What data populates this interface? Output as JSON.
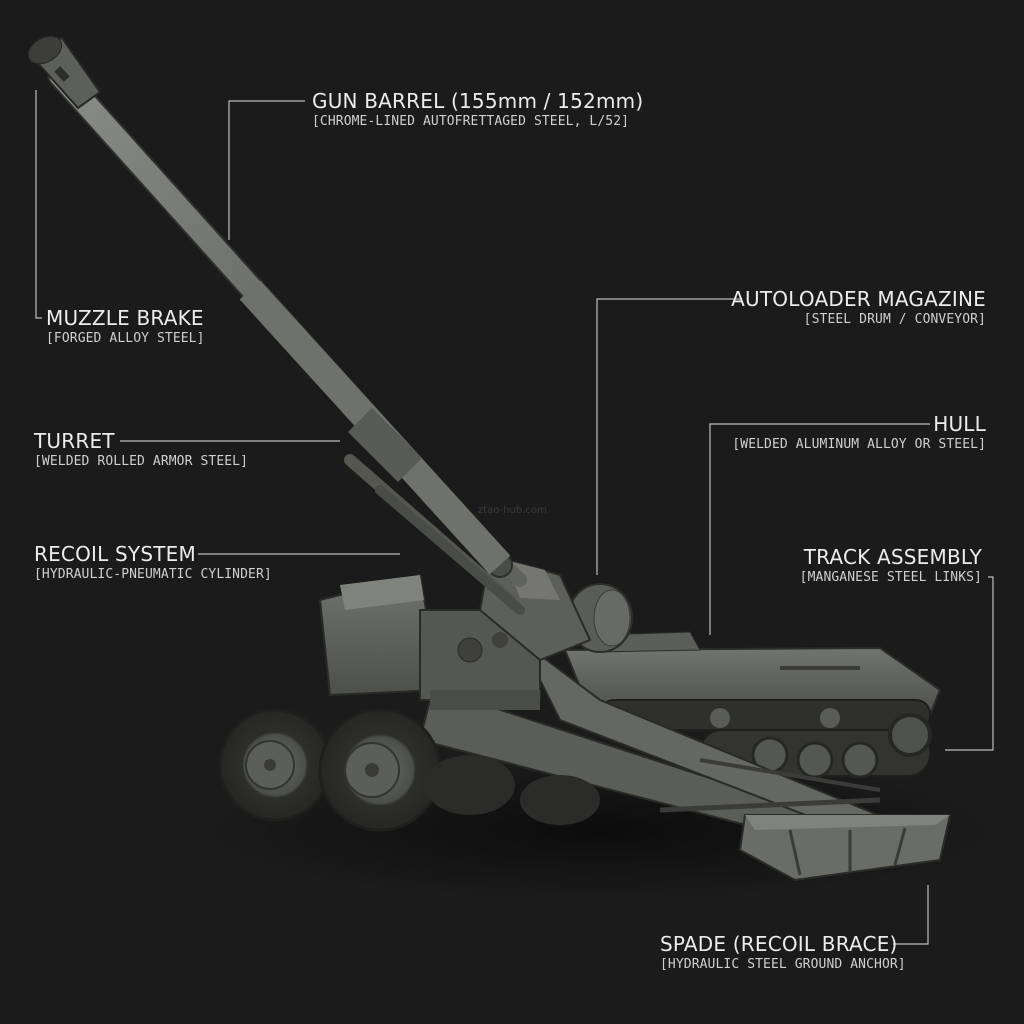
{
  "labels": {
    "gun_barrel": {
      "title": "GUN BARREL (155mm / 152mm)",
      "sub": "[CHROME-LINED AUTOFRETTAGED STEEL, L/52]"
    },
    "muzzle_brake": {
      "title": "MUZZLE BRAKE",
      "sub": "[FORGED ALLOY STEEL]"
    },
    "turret": {
      "title": "TURRET",
      "sub": "[WELDED ROLLED ARMOR STEEL]"
    },
    "recoil_system": {
      "title": "RECOIL SYSTEM",
      "sub": "[HYDRAULIC-PNEUMATIC CYLINDER]"
    },
    "autoloader": {
      "title": "AUTOLOADER MAGAZINE",
      "sub": "[STEEL DRUM / CONVEYOR]"
    },
    "hull": {
      "title": "HULL",
      "sub": "[WELDED ALUMINUM ALLOY OR STEEL]"
    },
    "track": {
      "title": "TRACK ASSEMBLY",
      "sub": "[MANGANESE STEEL LINKS]"
    },
    "spade": {
      "title": "SPADE (RECOIL BRACE)",
      "sub": "[HYDRAULIC STEEL GROUND ANCHOR]"
    }
  },
  "watermark": "ztao-hub.com",
  "colors": {
    "background": "#1b1b1b",
    "leader_line": "#bdbdbd",
    "vehicle_body": "#5f615c",
    "vehicle_dark": "#3b3c39",
    "vehicle_light": "#7e807a"
  }
}
